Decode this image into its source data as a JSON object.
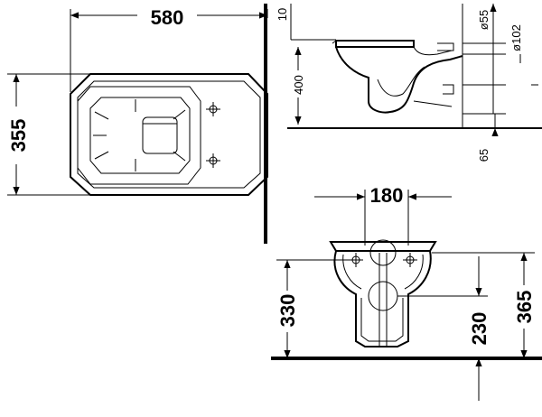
{
  "dimensions": {
    "top_width": "580",
    "top_height": "355",
    "side_10": "10",
    "side_400": "400",
    "side_55": "ø55",
    "side_102": "ø102",
    "side_65": "65",
    "front_180": "180",
    "front_330": "330",
    "front_230": "230",
    "front_365": "365"
  },
  "colors": {
    "line": "#000000",
    "background": "#ffffff"
  }
}
